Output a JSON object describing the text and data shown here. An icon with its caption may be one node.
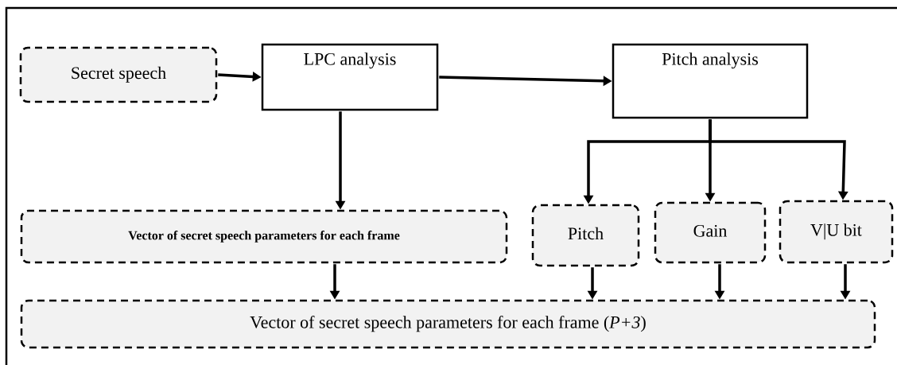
{
  "diagram": {
    "nodes": [
      {
        "text": [
          "Secret speech"
        ]
      },
      {
        "text": [
          "LPC analysis"
        ]
      },
      {
        "text": [
          "Pitch analysis"
        ]
      },
      {
        "text": [
          "Vector of secret speech parameters for each frame"
        ]
      },
      {
        "text": [
          "Pitch"
        ]
      },
      {
        "text": [
          "Gain"
        ]
      },
      {
        "text": [
          "V|U bit"
        ]
      },
      {
        "text": [
          "Vector of secret speech parameters for each frame (*P+3*)"
        ]
      }
    ],
    "edges": [
      {
        "from": 0,
        "to": 1,
        "arrow": "to"
      },
      {
        "from": 1,
        "to": 2,
        "arrow": "to"
      },
      {
        "from": 1,
        "to": 3,
        "arrow": "to"
      },
      {
        "from": 2,
        "to": 4,
        "arrow": "to"
      },
      {
        "from": 2,
        "to": 5,
        "arrow": "to"
      },
      {
        "from": 2,
        "to": 6,
        "arrow": "to"
      },
      {
        "from": 3,
        "to": 7,
        "arrow": "to"
      },
      {
        "from": 4,
        "to": 7,
        "arrow": "to"
      },
      {
        "from": 5,
        "to": 7,
        "arrow": "to"
      },
      {
        "from": 6,
        "to": 7,
        "arrow": "to"
      }
    ]
  }
}
